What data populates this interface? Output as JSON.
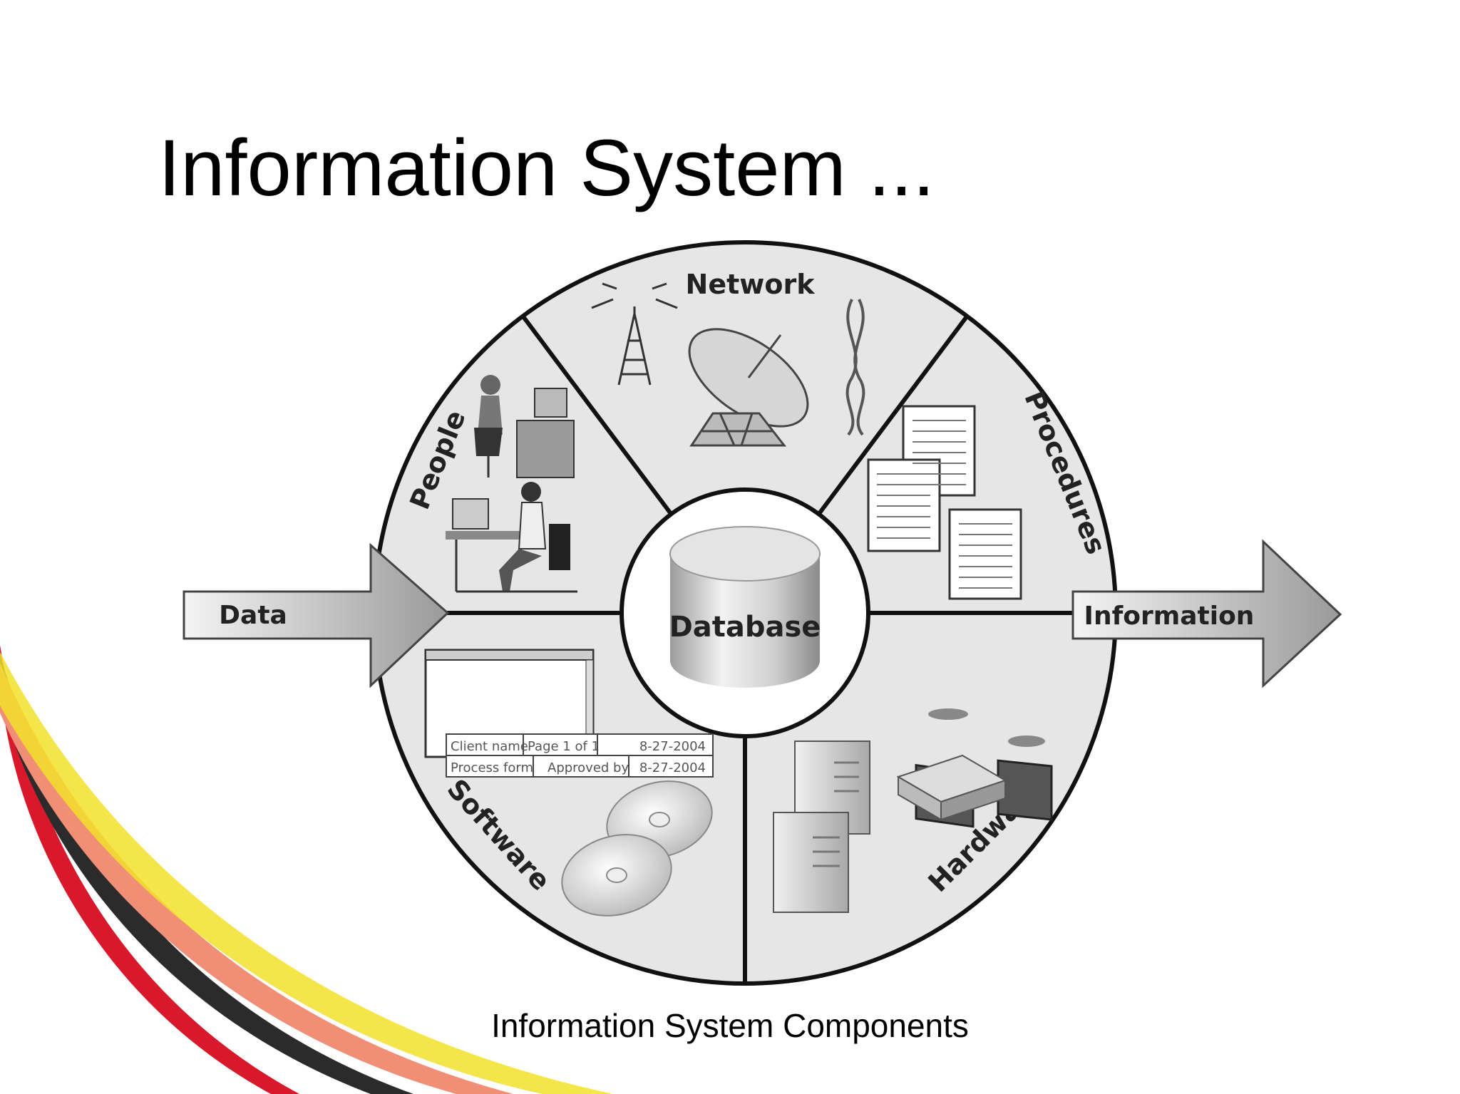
{
  "slide": {
    "title": "Information System ...",
    "caption": "Information System Components"
  },
  "diagram": {
    "input_label": "Data",
    "output_label": "Information",
    "center_label": "Database",
    "segments": {
      "network": "Network",
      "procedures": "Procedures",
      "people": "People",
      "software": "Software",
      "hardware": "Hardware"
    },
    "form": {
      "row1": [
        "Client name",
        "Page 1 of 1",
        "8-27-2004"
      ],
      "row2": [
        "Process form",
        "Approved by",
        "8-27-2004"
      ]
    }
  },
  "colors": {
    "ring_fill": "#e6e6e6",
    "center_fill": "#ffffff",
    "stroke": "#111111",
    "swoosh_red": "#d7192b",
    "swoosh_yellow": "#f2e12b",
    "swoosh_salmon": "#f08f75",
    "swoosh_dark": "#2b2b2b"
  }
}
